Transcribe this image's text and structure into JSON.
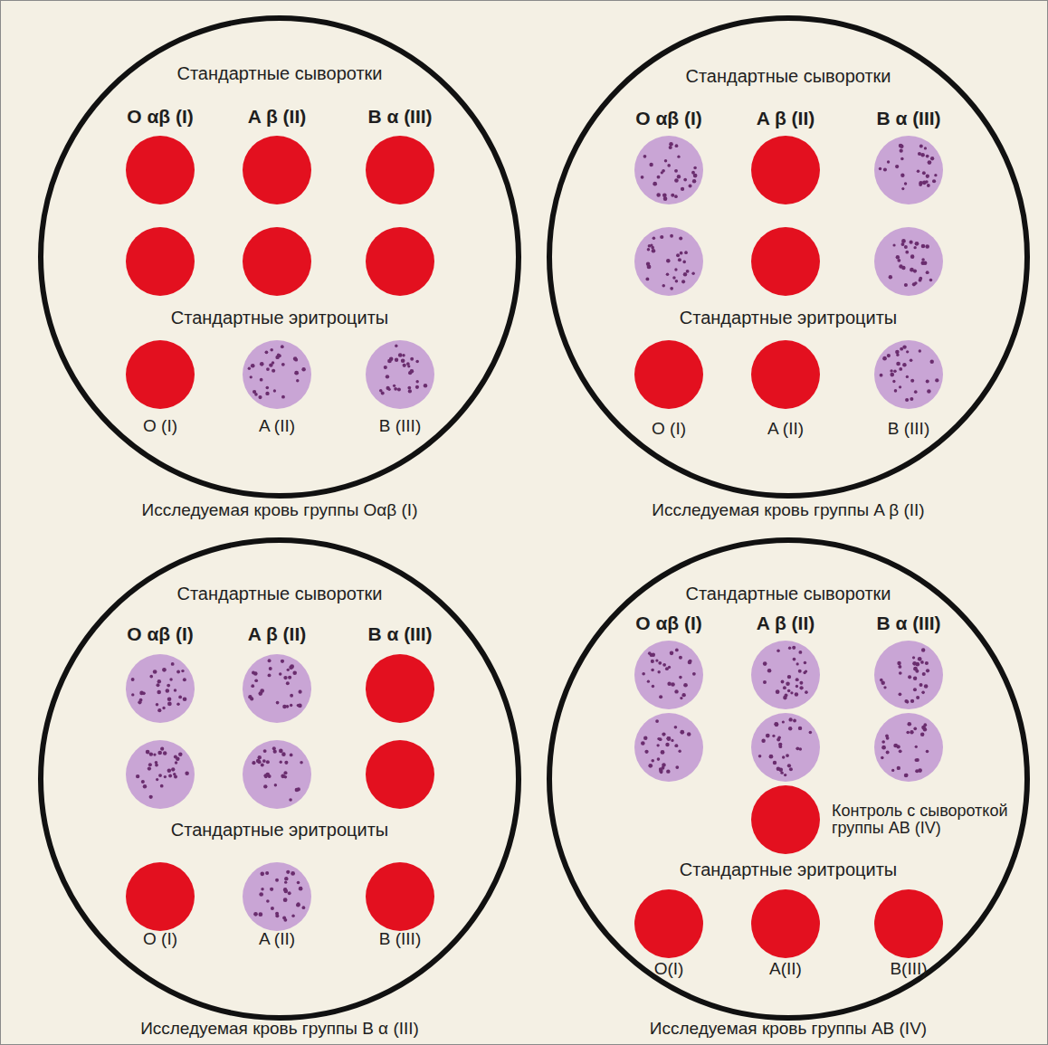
{
  "diagram": {
    "nodes": [
      {
        "text": [
          "Стандартные сыворотки",
          "O αβ (I)",
          "A β (II)",
          "B α (III)",
          "Стандартные эритроциты",
          "O (I)",
          "A (II)",
          "B (III)",
          "Исследуемая кровь группы Oαβ (I)"
        ]
      },
      {
        "text": [
          "Стандартные сыворотки",
          "O αβ (I)",
          "A β (II)",
          "B α (III)",
          "Стандартные эритроциты",
          "O (I)",
          "A (II)",
          "B (III)",
          "Исследуемая кровь группы A β (II)"
        ]
      },
      {
        "text": [
          "Стандартные сыворотки",
          "O αβ (I)",
          "A β (II)",
          "B α (III)",
          "Стандартные эритроциты",
          "O (I)",
          "A (II)",
          "B (III)",
          "Исследуемая кровь группы B α (III)"
        ]
      },
      {
        "text": [
          "Стандартные сыворотки",
          "O αβ (I)",
          "A β (II)",
          "B α (III)",
          "Контроль с сывороткой группы AB (IV)",
          "Стандартные эритроциты",
          "O(I)",
          "A(II)",
          "B(III)",
          "Исследуемая кровь группы AB (IV)"
        ]
      }
    ]
  }
}
